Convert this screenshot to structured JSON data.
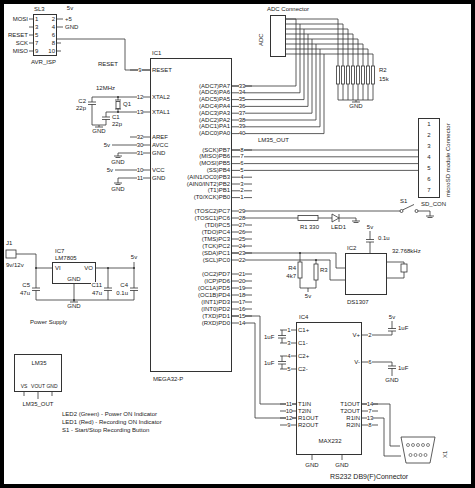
{
  "diagram": {
    "nodes": [
      {
        "text": [
          "SL3",
          "AVR_ISP"
        ]
      },
      {
        "text": [
          "IC1",
          "MEGA32-P"
        ]
      },
      {
        "text": [
          "ADC Connector"
        ]
      },
      {
        "text": [
          "microSD module Connector",
          "SD_CON"
        ]
      },
      {
        "text": [
          "IC7",
          "LM7805"
        ]
      },
      {
        "text": [
          "LM35"
        ]
      },
      {
        "text": [
          "IC2",
          "DS1307"
        ]
      },
      {
        "text": [
          "IC4",
          "MAX232"
        ]
      },
      {
        "text": [
          "X1",
          "RS232 DB9(F)Connector"
        ]
      }
    ],
    "edges": [
      {
        "from": 0,
        "to": 1,
        "arrow": "none"
      },
      {
        "from": 1,
        "to": 2,
        "arrow": "none"
      },
      {
        "from": 1,
        "to": 3,
        "arrow": "none"
      },
      {
        "from": 1,
        "to": 6,
        "arrow": "none"
      },
      {
        "from": 1,
        "to": 7,
        "arrow": "none"
      },
      {
        "from": 7,
        "to": 8,
        "arrow": "none"
      }
    ],
    "labels": [
      "(ADC7)PA7",
      "(ADC6)PA6",
      "(ADC5)PA5",
      "(ADC4)PA4",
      "(ADC3)PA3",
      "(ADC2)PA2",
      "(ADC1)PA1",
      "(ADC0)PA0",
      "(SCK)PB7",
      "(MISO)PB6",
      "(MOSI)PB5",
      "(SS)PB4",
      "(AIN1/OC0)PB3",
      "(AIN0/INT2)PB2",
      "(T1)PB1",
      "(T0/XCK)PB0",
      "(TOSC2)PC7",
      "(TOSC1)PC6",
      "(TDI)PC5",
      "(TDO)PC4",
      "(TMS)PC3",
      "(TCK)PC2",
      "(SDA)PC1",
      "(SCL)PC0",
      "(OC2)PD7",
      "(ICP)PD6",
      "(OC1A)PD5",
      "(OC1B)PD4",
      "(INT1)PD3",
      "(INT0)PD2",
      "(TXD)PD1",
      "(RXD)PD0",
      "33",
      "34",
      "35",
      "36",
      "37",
      "38",
      "39",
      "40",
      "8",
      "7",
      "6",
      "5",
      "4",
      "3",
      "2",
      "1",
      "29",
      "28",
      "27",
      "26",
      "25",
      "24",
      "23",
      "22",
      "21",
      "20",
      "19",
      "18",
      "17",
      "16",
      "15",
      "14",
      "RESET",
      "XTAL2",
      "XTAL1",
      "AREF",
      "AVCC",
      "GND",
      "VCC",
      "GND",
      "9",
      "12",
      "13",
      "32",
      "30",
      "31",
      "10",
      "11",
      "C1+",
      "C1-",
      "C2+",
      "C2-",
      "T1IN",
      "T2IN",
      "R1OUT",
      "R2OUT",
      "1",
      "3",
      "4",
      "5",
      "11",
      "10",
      "12",
      "9",
      "V+",
      "V-",
      "T1OUT",
      "T2OUT",
      "R1IN",
      "R2IN",
      "2",
      "6",
      "14",
      "7",
      "13",
      "8",
      "1",
      "2",
      "3",
      "4",
      "5",
      "6",
      "7",
      "8",
      "9",
      "10",
      "MOSI",
      "RESET",
      "SCK",
      "MISO",
      "+5",
      "GND",
      "5v",
      "RESET",
      "C2",
      "22p",
      "C1",
      "22p",
      "Q1",
      "12MHz",
      "GND",
      "5v",
      "GND",
      "5v",
      "GND",
      "J1",
      "9v/12v",
      "C5",
      "47u",
      "VI",
      "VO",
      "GND",
      "C11",
      "47u",
      "C4",
      "0.1u",
      "5v",
      "GND",
      "Power Supply",
      "VS",
      "VOUT",
      "GND",
      "LM35_OUT",
      "LED2 (Green) - Power ON Indicator",
      "LED1 (Red) - Recording ON Indicator",
      "S1 - Start/Stop Recording Button",
      "ADC",
      "LM35_OUT",
      "R2",
      "15k",
      "GND",
      "1",
      "2",
      "3",
      "4",
      "5",
      "6",
      "7",
      "S1",
      "R1",
      "330",
      "LED1",
      "R4",
      "4k7",
      "R3",
      "5v",
      "0.1u",
      "5v",
      "32.768kHz",
      "1uF",
      "1uF",
      "5v",
      "1uF",
      "1uF",
      "GND",
      "GND",
      "GND"
    ]
  }
}
